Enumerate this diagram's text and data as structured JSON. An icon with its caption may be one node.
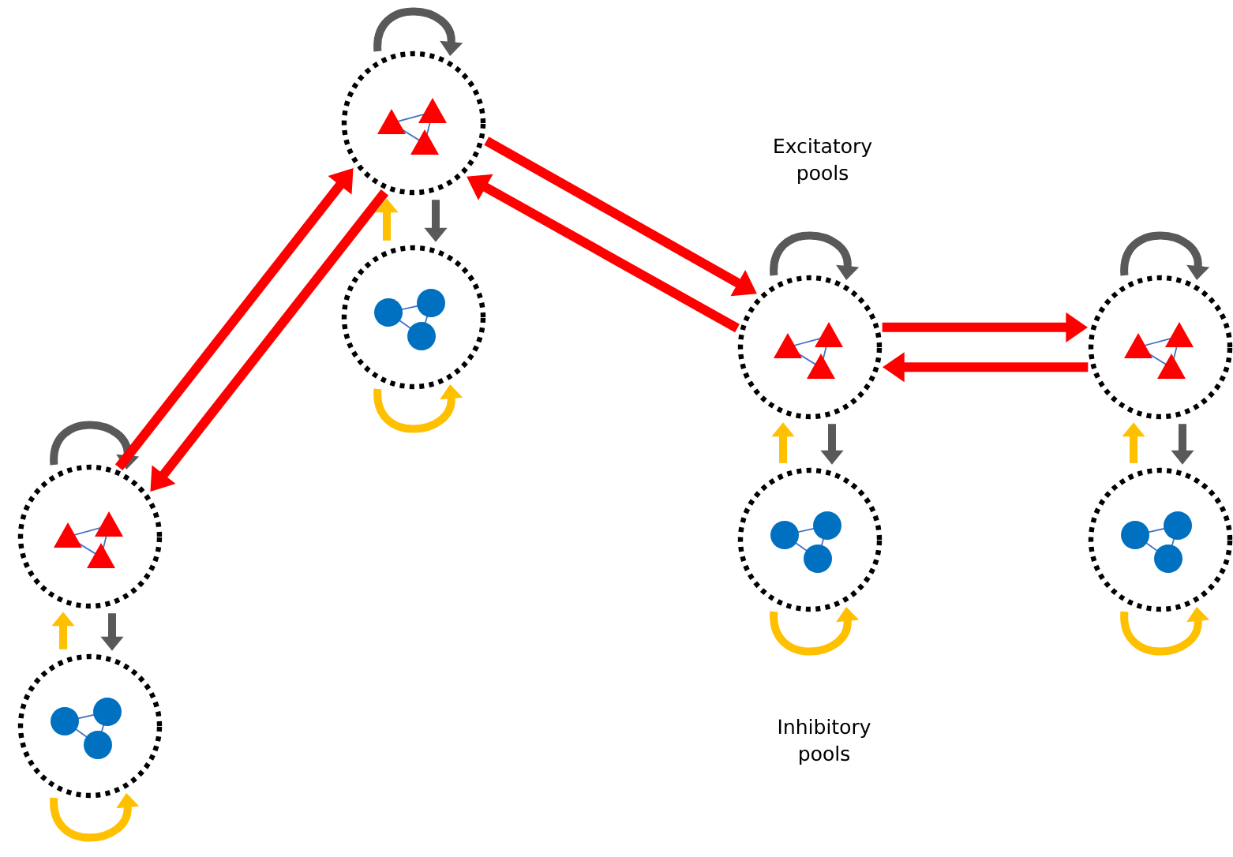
{
  "diagram": {
    "nodes": [
      {
        "text": [],
        "shape": "circle"
      },
      {
        "text": [],
        "shape": "circle"
      },
      {
        "text": [],
        "shape": "circle"
      },
      {
        "text": [],
        "shape": "circle"
      },
      {
        "text": [],
        "shape": "circle"
      },
      {
        "text": [],
        "shape": "circle"
      },
      {
        "text": [],
        "shape": "circle"
      },
      {
        "text": [],
        "shape": "circle"
      }
    ],
    "edges": [
      {
        "from": null,
        "to": 0,
        "arrow": "to",
        "color": "#595959"
      },
      {
        "from": null,
        "to": 1,
        "arrow": "to",
        "color": "#ffc000"
      },
      {
        "from": 0,
        "to": 1,
        "arrow": "to",
        "color": "#595959"
      },
      {
        "from": 1,
        "to": 0,
        "arrow": "to",
        "color": "#ffc000"
      },
      {
        "from": null,
        "to": 2,
        "arrow": "to",
        "color": "#595959"
      },
      {
        "from": null,
        "to": 3,
        "arrow": "to",
        "color": "#ffc000"
      },
      {
        "from": 2,
        "to": 3,
        "arrow": "to",
        "color": "#595959"
      },
      {
        "from": 3,
        "to": 2,
        "arrow": "to",
        "color": "#ffc000"
      },
      {
        "from": null,
        "to": 4,
        "arrow": "to",
        "color": "#595959"
      },
      {
        "from": null,
        "to": 5,
        "arrow": "to",
        "color": "#ffc000"
      },
      {
        "from": 4,
        "to": 5,
        "arrow": "to",
        "color": "#595959"
      },
      {
        "from": 5,
        "to": 4,
        "arrow": "to",
        "color": "#ffc000"
      },
      {
        "from": null,
        "to": 6,
        "arrow": "to",
        "color": "#595959"
      },
      {
        "from": null,
        "to": 7,
        "arrow": "to",
        "color": "#ffc000"
      },
      {
        "from": 6,
        "to": 7,
        "arrow": "to",
        "color": "#595959"
      },
      {
        "from": 7,
        "to": 6,
        "arrow": "to",
        "color": "#ffc000"
      },
      {
        "from": 0,
        "to": 2,
        "arrow": "to",
        "color": "#ff0000"
      },
      {
        "from": 2,
        "to": 0,
        "arrow": "to",
        "color": "#ff0000"
      },
      {
        "from": 2,
        "to": 4,
        "arrow": "to",
        "color": "#ff0000"
      },
      {
        "from": 4,
        "to": 2,
        "arrow": "to",
        "color": "#ff0000"
      },
      {
        "from": 4,
        "to": 6,
        "arrow": "to",
        "color": "#ff0000"
      },
      {
        "from": 6,
        "to": 4,
        "arrow": "to",
        "color": "#ff0000"
      }
    ],
    "labels": [
      "Excitatory pools",
      "Inhibitory pools"
    ]
  }
}
